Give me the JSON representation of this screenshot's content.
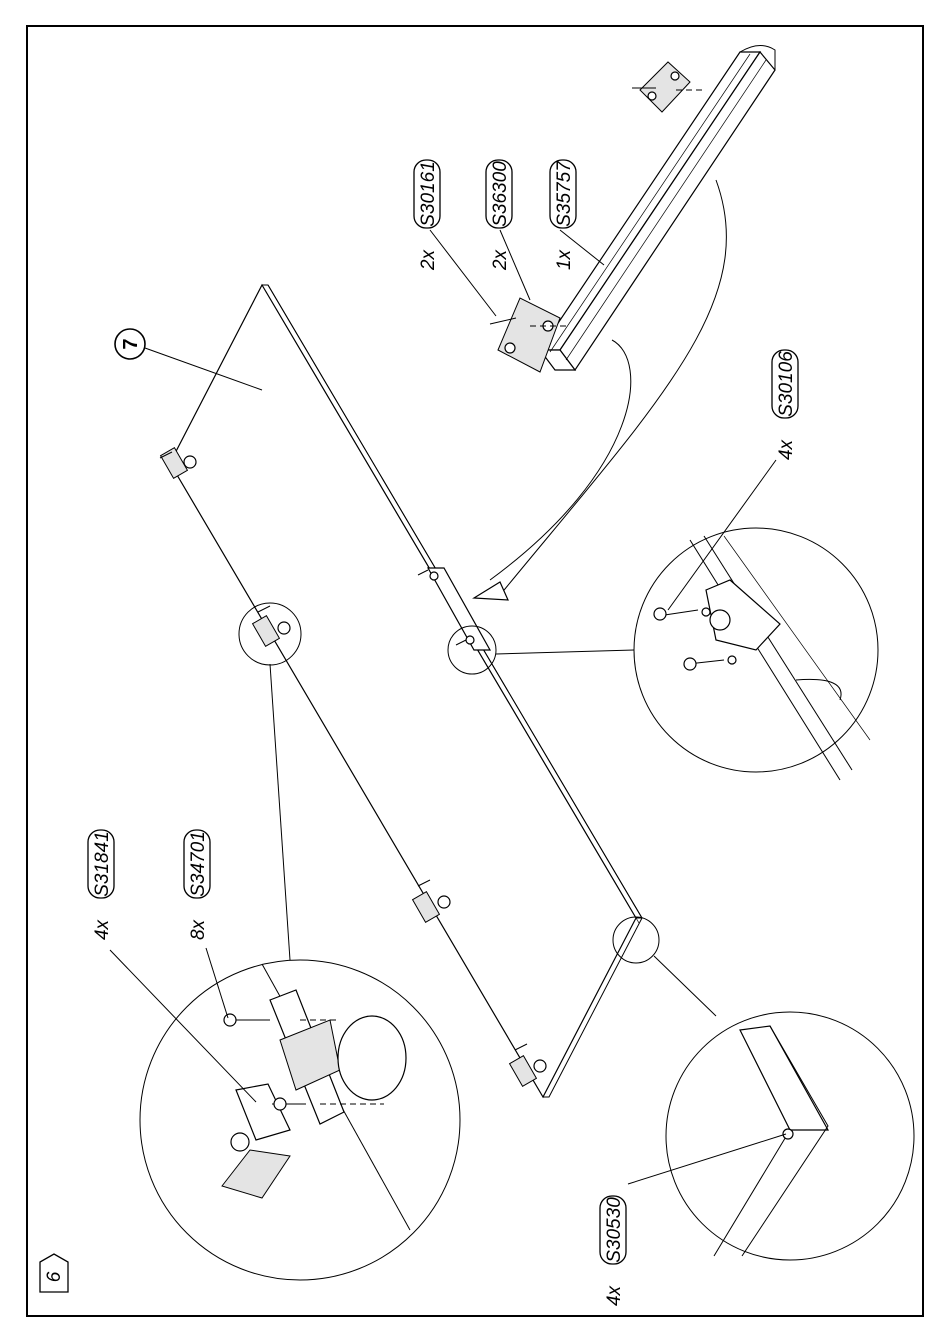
{
  "page": {
    "step_number": "6",
    "panel_number": "7"
  },
  "callouts": [
    {
      "id": "s30161",
      "quantity": "2x",
      "part": "S30161"
    },
    {
      "id": "s36300",
      "quantity": "2x",
      "part": "S36300"
    },
    {
      "id": "s35757",
      "quantity": "1x",
      "part": "S35757"
    },
    {
      "id": "s30106",
      "quantity": "4x",
      "part": "S30106"
    },
    {
      "id": "s31841",
      "quantity": "4x",
      "part": "S31841"
    },
    {
      "id": "s34701",
      "quantity": "8x",
      "part": "S34701"
    },
    {
      "id": "s30530",
      "quantity": "4x",
      "part": "S30530"
    }
  ]
}
